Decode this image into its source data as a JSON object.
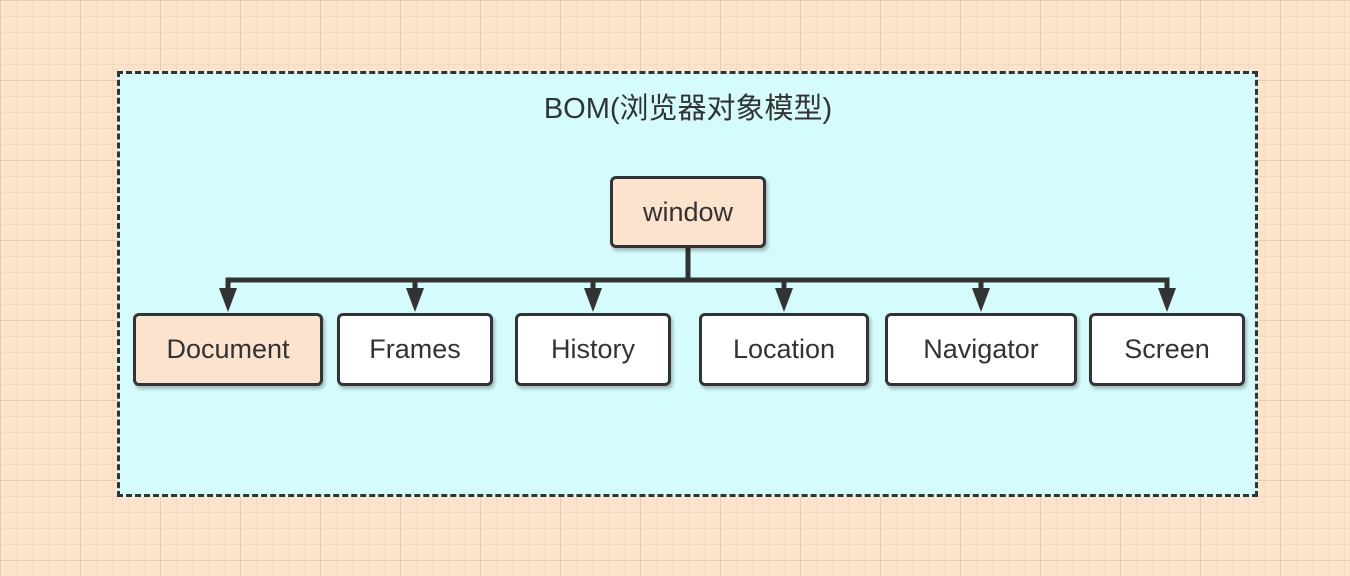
{
  "diagram": {
    "title": "BOM(浏览器对象模型)",
    "root": {
      "label": "window"
    },
    "children": [
      {
        "label": "Document"
      },
      {
        "label": "Frames"
      },
      {
        "label": "History"
      },
      {
        "label": "Location"
      },
      {
        "label": "Navigator"
      },
      {
        "label": "Screen"
      }
    ],
    "colors": {
      "background": "#fde3cc",
      "container": "#d4fcfd",
      "highlight_node": "#fbe3cd",
      "plain_node": "#ffffff",
      "stroke": "#333333"
    }
  }
}
